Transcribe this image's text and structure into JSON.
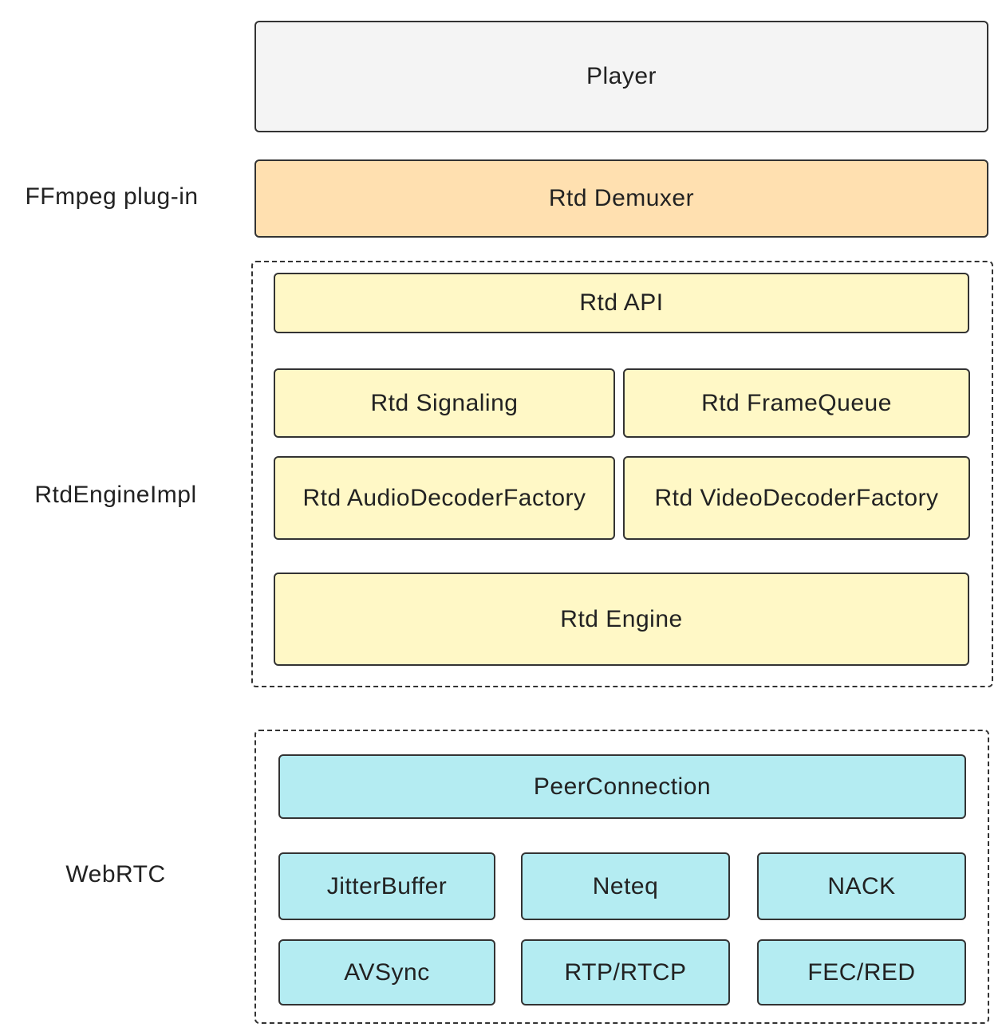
{
  "labels": {
    "ffmpeg": "FFmpeg plug-in",
    "engine_impl": "RtdEngineImpl",
    "webrtc": "WebRTC"
  },
  "boxes": {
    "player": "Player",
    "demuxer": "Rtd Demuxer",
    "api": "Rtd API",
    "signaling": "Rtd Signaling",
    "frame_queue": "Rtd FrameQueue",
    "audio_decoder": "Rtd AudioDecoderFactory",
    "video_decoder": "Rtd VideoDecoderFactory",
    "engine": "Rtd Engine",
    "peer_connection": "PeerConnection",
    "jitter_buffer": "JitterBuffer",
    "neteq": "Neteq",
    "nack": "NACK",
    "avsync": "AVSync",
    "rtp_rtcp": "RTP/RTCP",
    "fec_red": "FEC/RED"
  },
  "colors": {
    "player": "#f4f4f4",
    "ffmpeg_layer": "#ffe0b0",
    "engine_layer": "#fff8c6",
    "webrtc_layer": "#b4ecf2",
    "border": "#333333"
  }
}
